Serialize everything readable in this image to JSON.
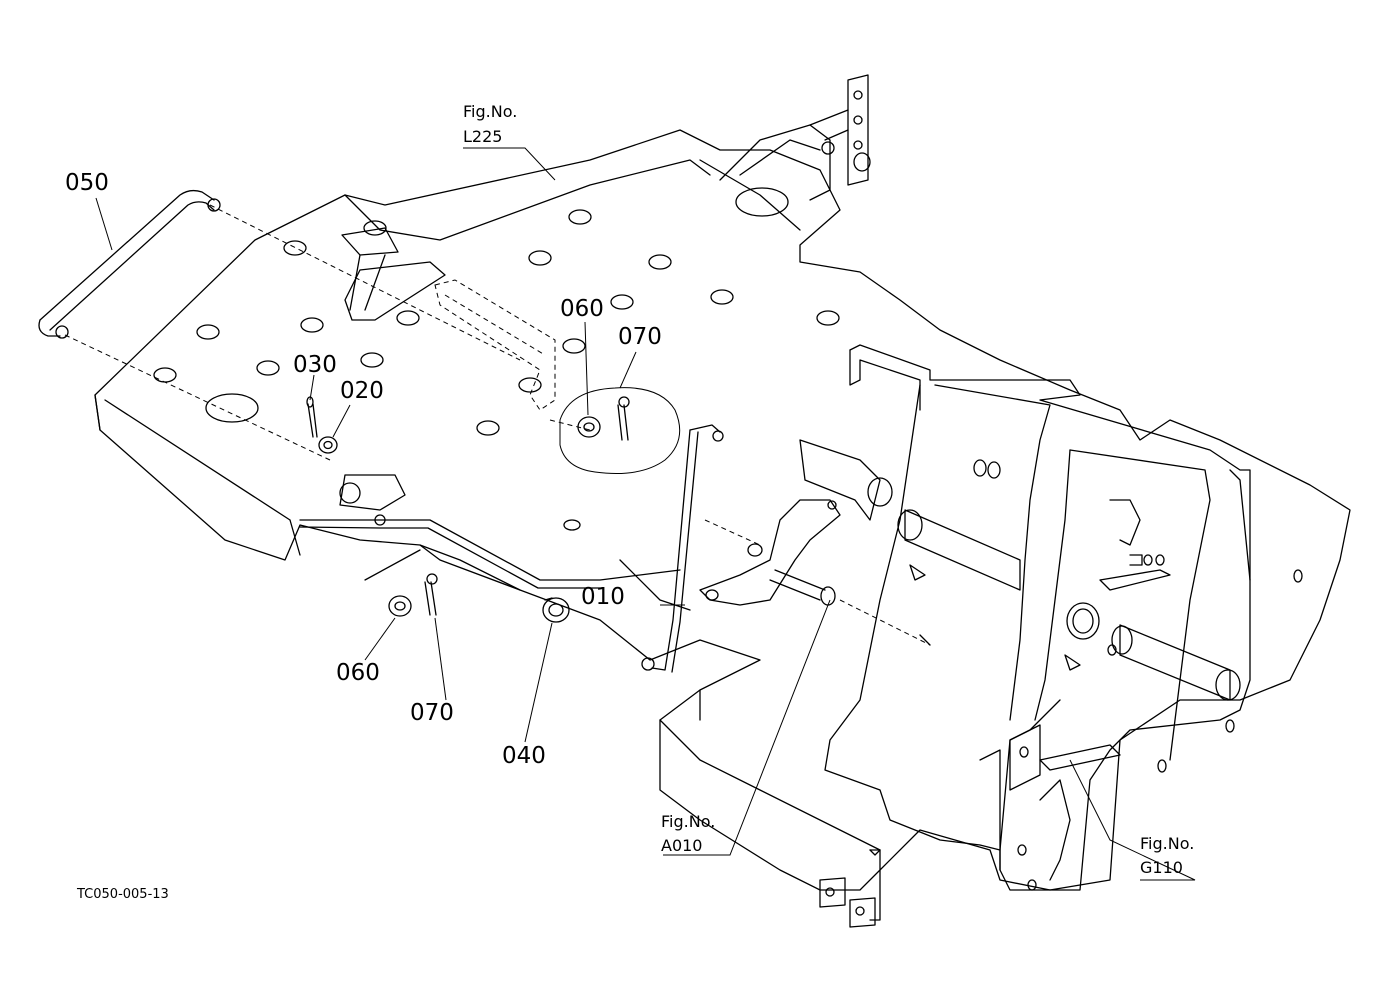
{
  "callouts": {
    "c050": "050",
    "c030": "030",
    "c020": "020",
    "c060a": "060",
    "c070a": "070",
    "c060b": "060",
    "c070b": "070",
    "c040": "040",
    "c010": "010"
  },
  "references": {
    "l225_top": "Fig.No.",
    "l225_bottom": "L225",
    "a010_top": "Fig.No.",
    "a010_bottom": "A010",
    "g110_top": "Fig.No.",
    "g110_bottom": "G110"
  },
  "diagram_code": "TC050-005-13"
}
